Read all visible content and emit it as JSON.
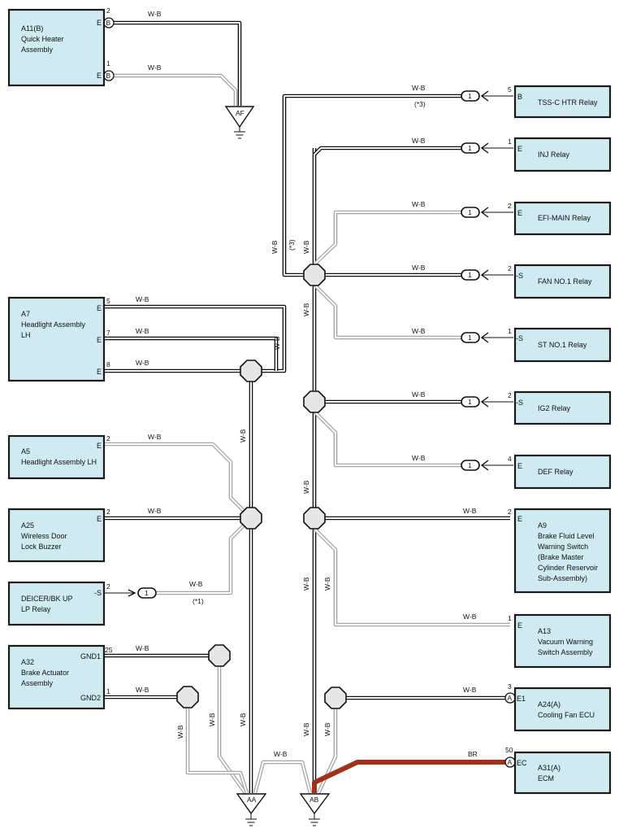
{
  "wire_color": "W-B",
  "br_color": "BR",
  "grounds": {
    "af": "AF",
    "aa": "AA",
    "ab": "AB"
  },
  "notes": {
    "n3": "(*3)",
    "n1": "(*1)"
  },
  "connector_pin": "1",
  "circle_b": "B",
  "circle_a": "A",
  "comp_a11": {
    "lines": [
      "A11(B)",
      "Quick Heater",
      "Assembly"
    ],
    "pins": [
      "2",
      "1"
    ],
    "terms": [
      "E",
      "E"
    ]
  },
  "comp_a7": {
    "lines": [
      "A7",
      "Headlight Assembly",
      "LH"
    ],
    "pins": [
      "5",
      "7",
      "8"
    ],
    "terms": [
      "E",
      "E",
      "E"
    ]
  },
  "comp_a5": {
    "lines": [
      "A5",
      "Headlight Assembly LH"
    ],
    "pin": "2",
    "term": "E"
  },
  "comp_a25": {
    "lines": [
      "A25",
      "Wireless Door",
      "Lock Buzzer"
    ],
    "pin": "2",
    "term": "E"
  },
  "comp_deicer": {
    "lines": [
      "DEICER/BK UP",
      "LP Relay"
    ],
    "pin": "2",
    "term": "-S"
  },
  "comp_a32": {
    "lines": [
      "A32",
      "Brake Actuator",
      "Assembly"
    ],
    "pins": [
      "25",
      "1"
    ],
    "terms": [
      "GND1",
      "GND2"
    ]
  },
  "right_comps": [
    {
      "name": "TSS-C HTR Relay",
      "pin": "5",
      "term": "B"
    },
    {
      "name": "INJ Relay",
      "pin": "1",
      "term": "E"
    },
    {
      "name": "EFI-MAIN Relay",
      "pin": "2",
      "term": "E"
    },
    {
      "name": "FAN NO.1 Relay",
      "pin": "2",
      "term": "-S"
    },
    {
      "name": "ST NO.1 Relay",
      "pin": "1",
      "term": "-S"
    },
    {
      "name": "IG2 Relay",
      "pin": "2",
      "term": "-S"
    },
    {
      "name": "DEF Relay",
      "pin": "4",
      "term": "E"
    }
  ],
  "comp_a9": {
    "lines": [
      "A9",
      "Brake Fluid Level",
      "Warning Switch",
      "(Brake Master",
      "Cylinder Reservoir",
      "Sub-Assembly)"
    ],
    "pin": "2",
    "term": "E"
  },
  "comp_a13": {
    "lines": [
      "A13",
      "Vacuum Warning",
      "Switch Assembly"
    ],
    "pin": "1",
    "term": "E"
  },
  "comp_a24": {
    "lines": [
      "A24(A)",
      "Cooling Fan ECU"
    ],
    "pin": "3",
    "term": "E1"
  },
  "comp_a31": {
    "lines": [
      "A31(A)",
      "ECM"
    ],
    "pin": "50",
    "term": "EC"
  }
}
